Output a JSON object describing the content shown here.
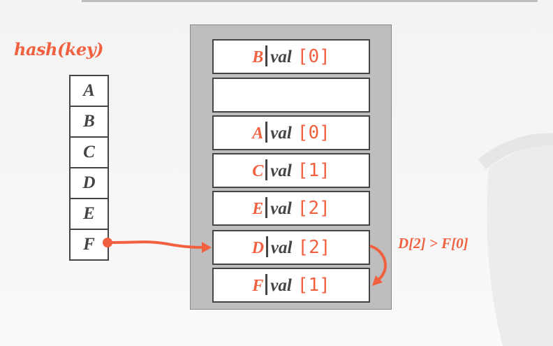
{
  "title": "hash(key)",
  "keys": [
    "A",
    "B",
    "C",
    "D",
    "E",
    "F"
  ],
  "slots": [
    {
      "key": "B",
      "val": "val",
      "index": "[0]"
    },
    {
      "key": "",
      "val": "",
      "index": ""
    },
    {
      "key": "A",
      "val": "val",
      "index": "[0]"
    },
    {
      "key": "C",
      "val": "val",
      "index": "[1]"
    },
    {
      "key": "E",
      "val": "val",
      "index": "[2]"
    },
    {
      "key": "D",
      "val": "val",
      "index": "[2]"
    },
    {
      "key": "F",
      "val": "val",
      "index": "[1]"
    }
  ],
  "note": "D[2] > F[0]",
  "colors": {
    "accent": "#f2613f",
    "border": "#444444",
    "bucket": "#bebebe"
  }
}
